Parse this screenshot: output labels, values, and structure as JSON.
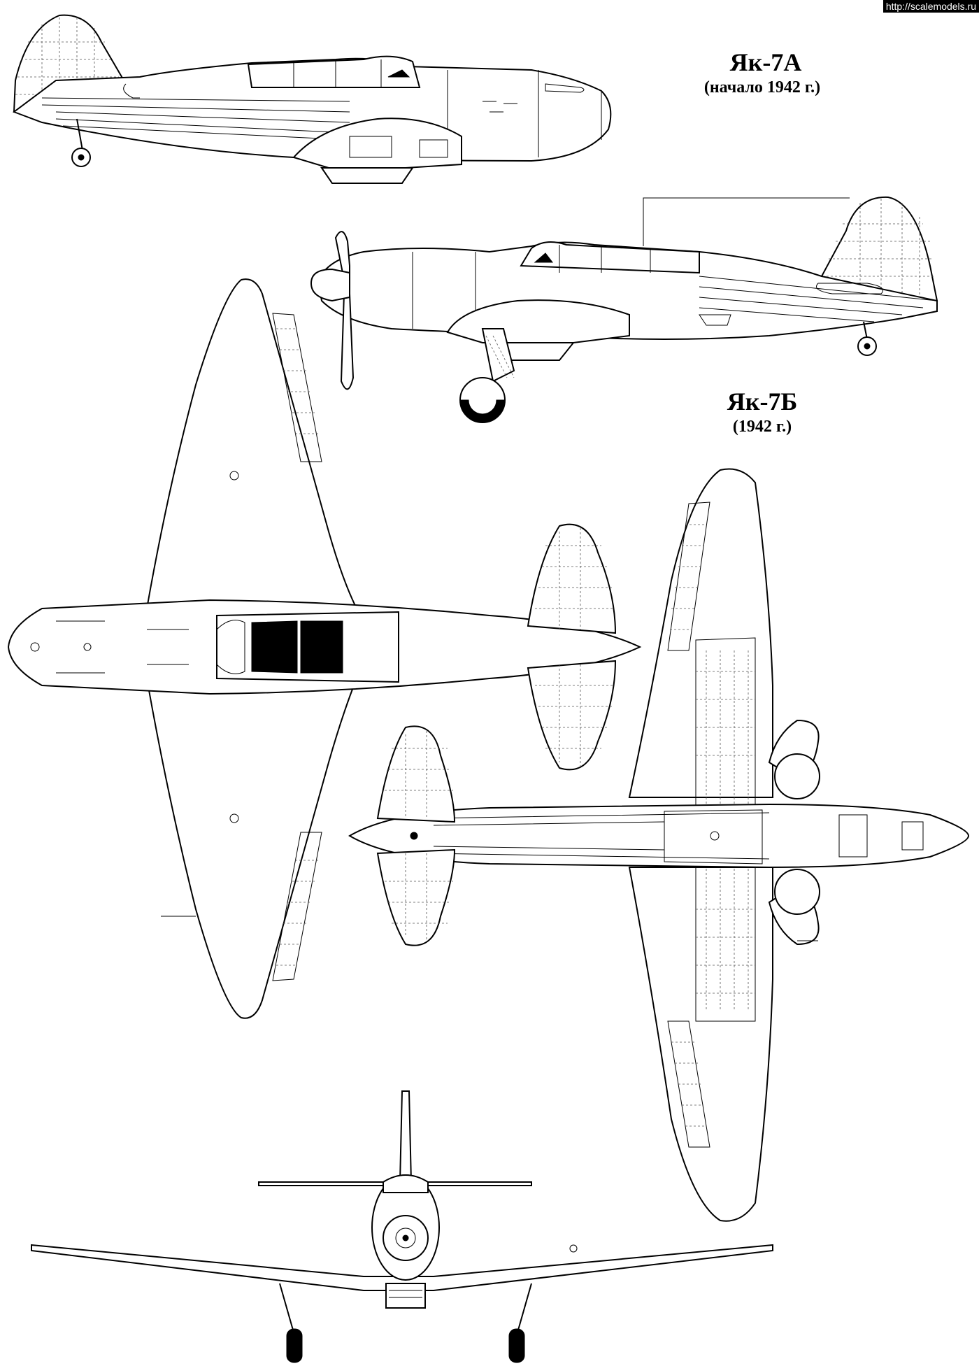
{
  "watermark": "http://scalemodels.ru",
  "aircraft": [
    {
      "title": "Як-7А",
      "subtitle": "(начало 1942 г.)"
    },
    {
      "title": "Як-7Б",
      "subtitle": "(1942 г.)"
    }
  ],
  "views": [
    "side-view-yak7a",
    "side-view-yak7b",
    "top-view",
    "bottom-view",
    "front-view"
  ]
}
